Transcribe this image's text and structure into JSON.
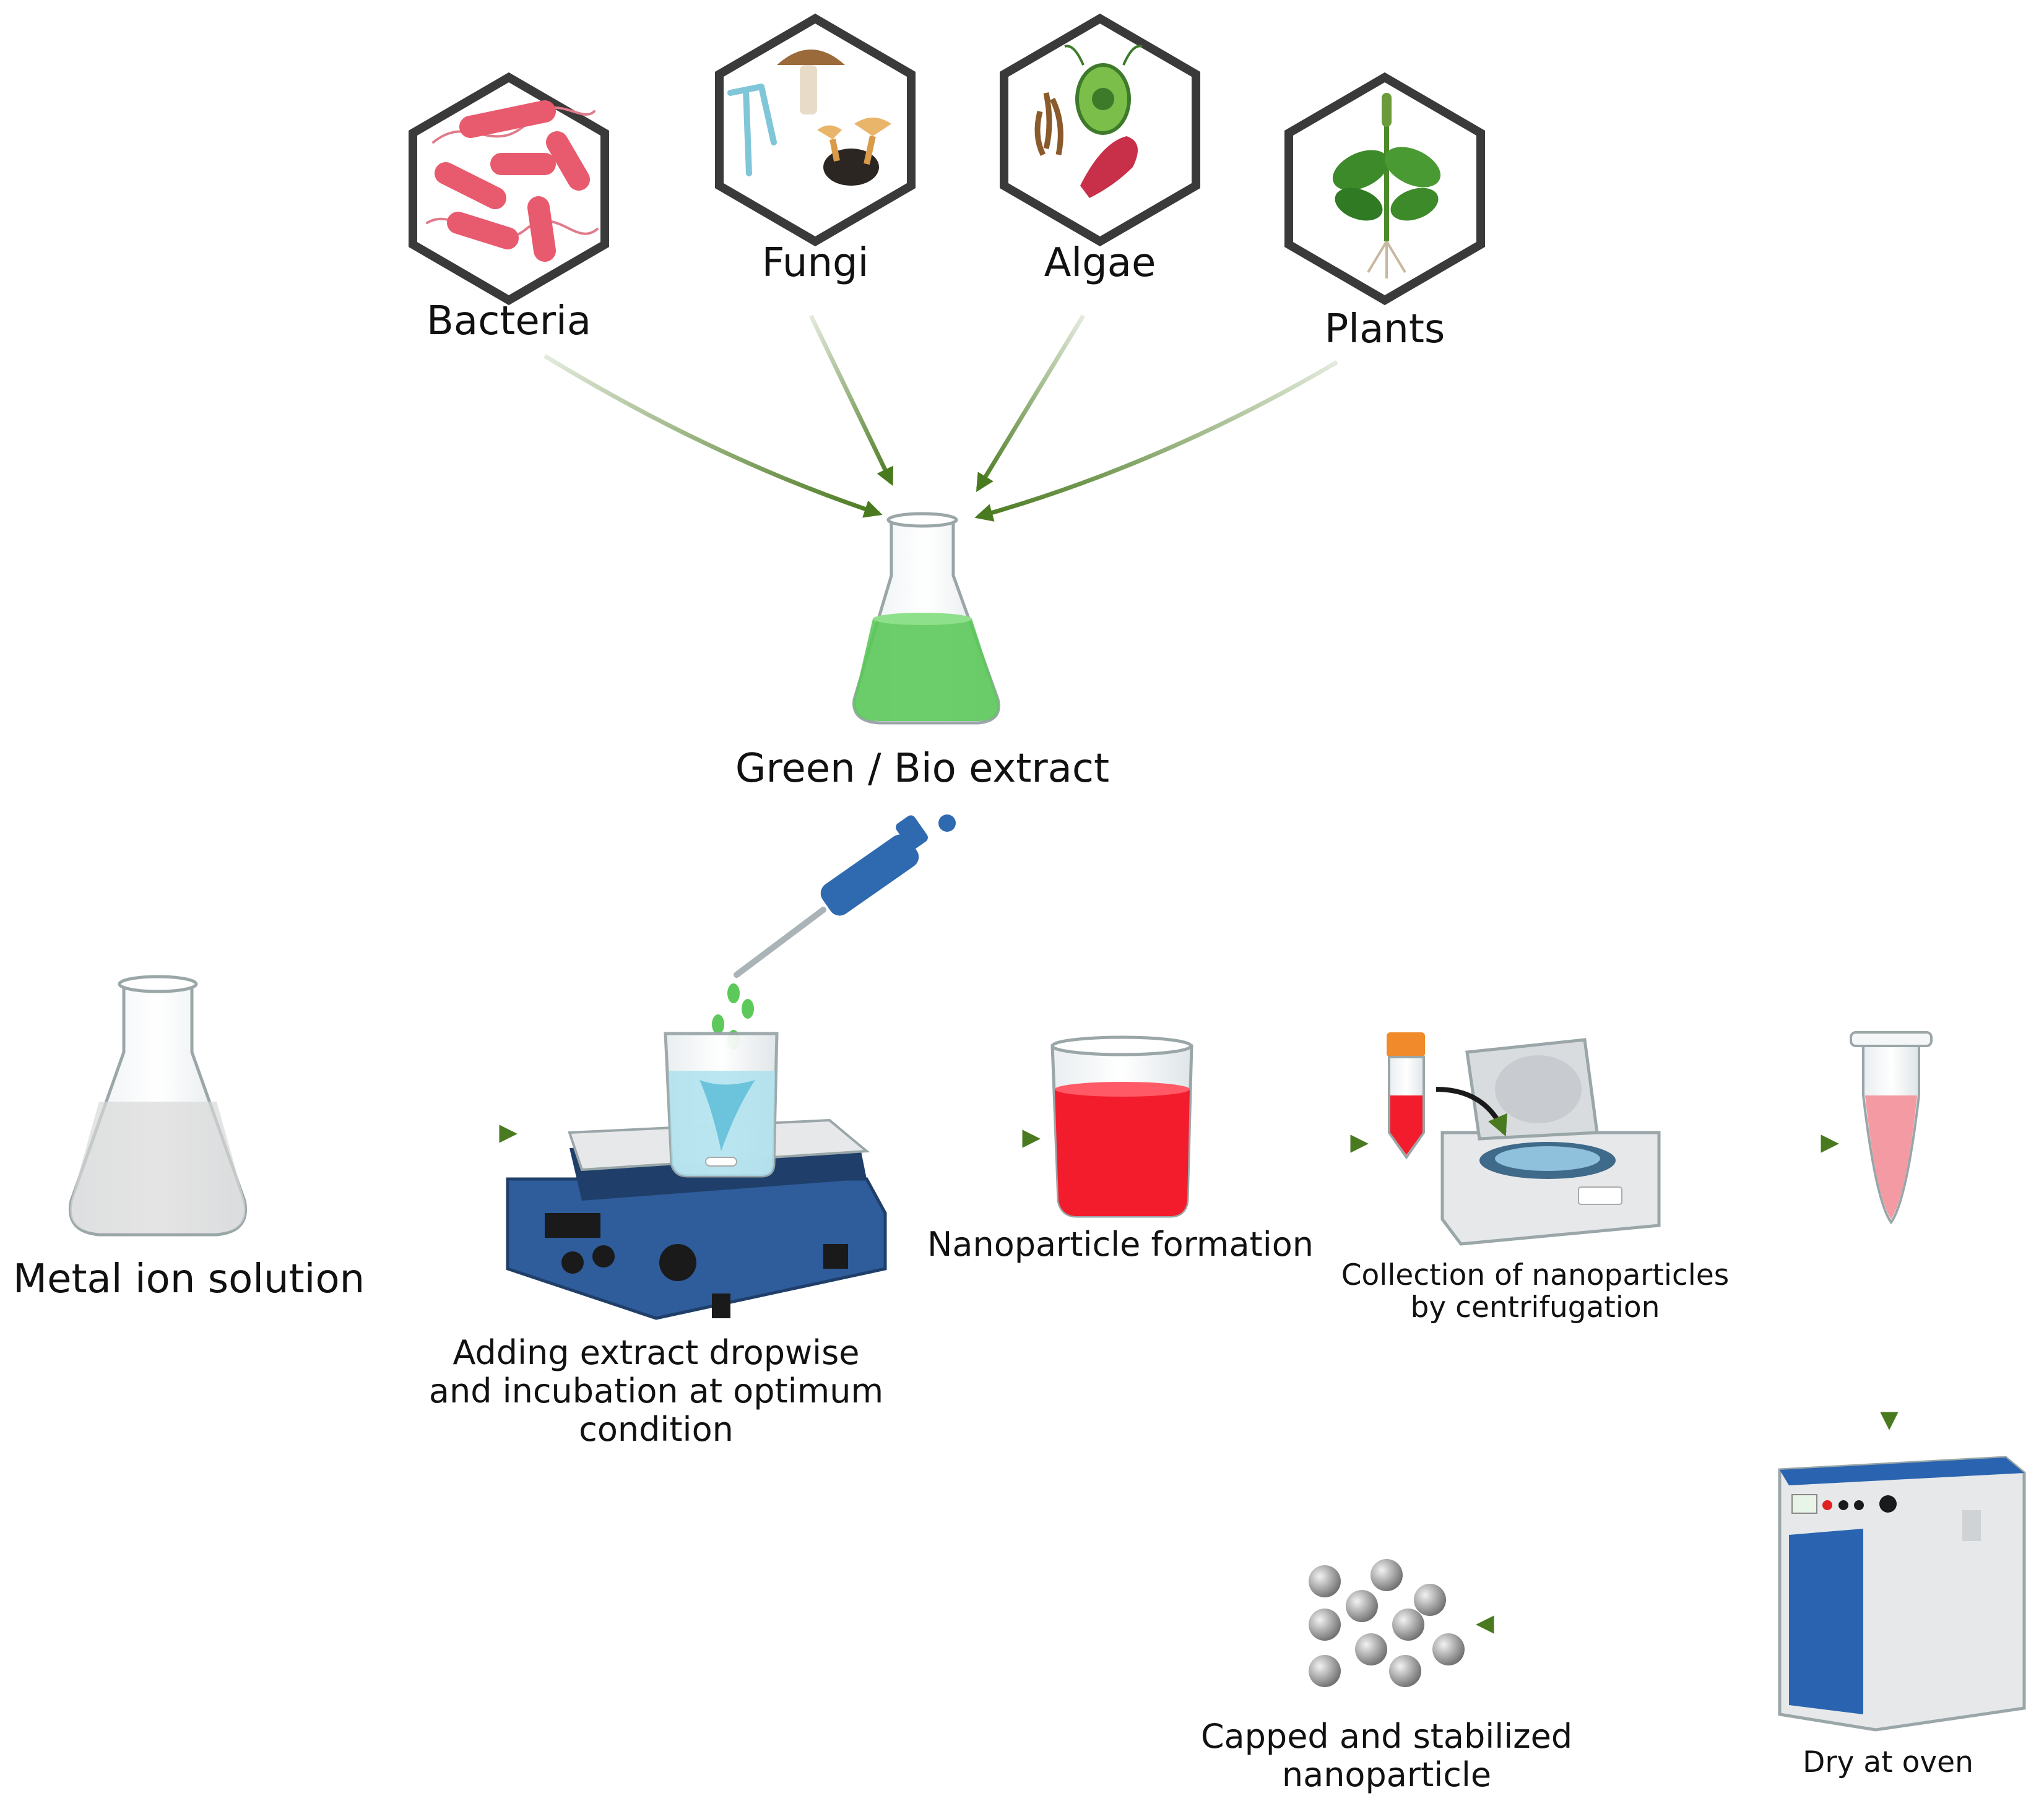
{
  "sources": {
    "bacteria": "Bacteria",
    "fungi": "Fungi",
    "algae": "Algae",
    "plants": "Plants"
  },
  "extract": {
    "label": "Green / Bio extract"
  },
  "steps": {
    "metal_ion": "Metal ion solution",
    "adding": [
      "Adding extract dropwise",
      "and incubation at optimum",
      "condition"
    ],
    "formation": "Nanoparticle formation",
    "collection": [
      "Collection of nanoparticles",
      "by centrifugation"
    ],
    "dry": "Dry at oven",
    "capped": [
      "Capped and stabilized",
      "nanoparticle"
    ]
  },
  "colors": {
    "arrow": "#4a7a1f",
    "hex_border": "#3a3a3a",
    "green_liquid": "#5cc95a",
    "red_liquid": "#f21c2c",
    "stirrer_blue": "#2f5c9a",
    "oven_blue": "#2a64b0"
  }
}
